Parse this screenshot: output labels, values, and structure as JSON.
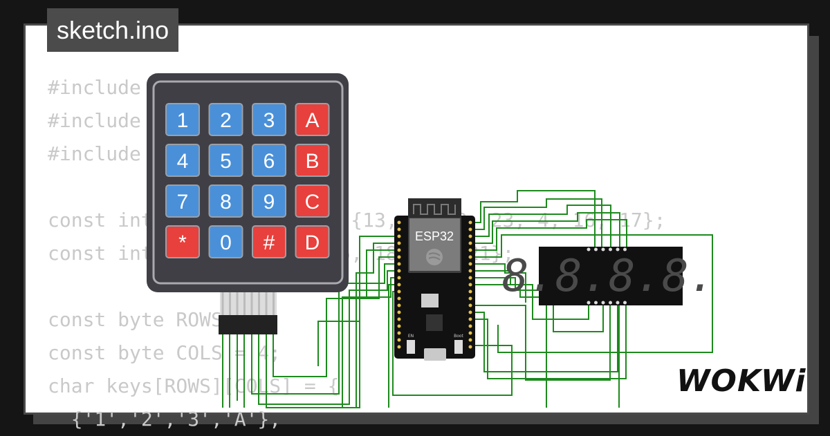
{
  "tab": {
    "filename": "sketch.ino"
  },
  "code_lines": [
    "#include <Keypad.h>",
    "#include <TM1637.h>",
    "#include <Arduino.h>",
    "",
    "const int segmentPins[] = {13, 15, 2, 23, 4, 16, 17};",
    "const int digitPins[] = {5, 18, 19, 21};",
    "",
    "const byte ROWS = 4;",
    "const byte COLS = 4;",
    "char keys[ROWS][COLS] = {",
    "  {'1','2','3','A'},"
  ],
  "keypad": {
    "keys": [
      {
        "label": "1",
        "color": "blue"
      },
      {
        "label": "2",
        "color": "blue"
      },
      {
        "label": "3",
        "color": "blue"
      },
      {
        "label": "A",
        "color": "red"
      },
      {
        "label": "4",
        "color": "blue"
      },
      {
        "label": "5",
        "color": "blue"
      },
      {
        "label": "6",
        "color": "blue"
      },
      {
        "label": "B",
        "color": "red"
      },
      {
        "label": "7",
        "color": "blue"
      },
      {
        "label": "8",
        "color": "blue"
      },
      {
        "label": "9",
        "color": "blue"
      },
      {
        "label": "C",
        "color": "red"
      },
      {
        "label": "*",
        "color": "red"
      },
      {
        "label": "0",
        "color": "blue"
      },
      {
        "label": "#",
        "color": "red"
      },
      {
        "label": "D",
        "color": "red"
      }
    ]
  },
  "board": {
    "label": "ESP32",
    "boot_label": "Boot",
    "en_label": "EN"
  },
  "display": {
    "digits": "8.8.8.8."
  },
  "logo": {
    "text": "WOKWi"
  },
  "colors": {
    "key_blue": "#4a90d9",
    "key_red": "#e8403c",
    "wire": "#1d8a1d",
    "tab_bg": "#4b4b4b",
    "keypad_bg": "#3f3f45"
  }
}
